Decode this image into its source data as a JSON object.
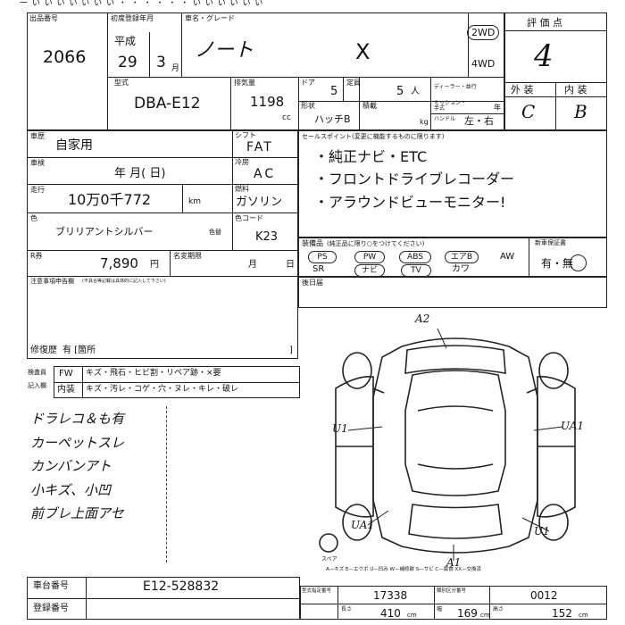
{
  "top_strip": "一 い い い い い い い ・  ・ ・ ・ ・ ・ い い い い い い",
  "header": {
    "left_label": "出品番号",
    "lot_number": "2066",
    "first_reg_label": "初度登録年月",
    "era": "平成",
    "year": "29",
    "month": "3",
    "month_suffix": "月",
    "name_label": "車名・グレード",
    "car_name": "ノート",
    "grade": "X",
    "drive_selected": "2WD",
    "drive_other": "4WD",
    "model_label": "型式",
    "model": "DBA-E12",
    "displacement_label": "排気量",
    "displacement": "1198",
    "cc": "cc",
    "doors_label": "ドア",
    "doors": "5",
    "capacity_label": "定員",
    "capacity": "5",
    "person_suffix": "人",
    "dealer_label": "ディーラー・並行",
    "shape_label": "形状",
    "shape": "ハッチB",
    "loading_label": "積載",
    "kg": "kg",
    "mission_label": "ミッション・手式",
    "year_suffix": "年",
    "handle_label": "ハンドル",
    "handle": "左・右"
  },
  "grade_box": {
    "title": "評 価 点",
    "score": "4",
    "exterior_label": "外 装",
    "interior_label": "内 装",
    "exterior": "C",
    "interior": "B"
  },
  "details": {
    "category_label": "車歴",
    "category": "自家用",
    "inspection_label": "車検",
    "inspection_text": "年    月(    日)",
    "mileage_label": "走行",
    "mileage": "10万0千772",
    "km": "km",
    "shift_label": "シフト",
    "shift": "FAT",
    "ac_label": "冷房",
    "ac": "AC",
    "fuel_label": "燃料",
    "fuel": "ガソリン",
    "color_label": "色",
    "color": "ブリリアントシルバー",
    "color_change_label": "色替",
    "color_code_label": "色コード",
    "color_code": "K23",
    "recycle_label": "R券",
    "recycle": "7,890",
    "yen": "円",
    "registration_label": "名変期限",
    "reg_month": "月",
    "reg_day": "日",
    "notes_label": "注意事項申告欄",
    "notes_note": "(不具合等記載は具体的に記入して下さい)",
    "repair_label": "修復歴",
    "repair_value": "有 [箇所",
    "repair_close": "]"
  },
  "sales_points": {
    "label": "セールスポイント(変更に機能するものに限ります)",
    "items": [
      "純正ナビ・ETC",
      "フロントドライブレコーダー",
      "アラウンドビューモニター!"
    ]
  },
  "equipment": {
    "label": "装備品",
    "note": "(純正品に限り○をつけてください)",
    "row1": [
      "PS",
      "PW",
      "ABS",
      "エアB",
      "AW"
    ],
    "row2": [
      "SR",
      "ナビ",
      "TV",
      "カワ"
    ],
    "circled": [
      "PS",
      "PW",
      "ABS",
      "エアB",
      "ナビ",
      "TV"
    ],
    "warranty_label": "新車保証書",
    "warranty": "有・無"
  },
  "after_label": "後日届",
  "inspector": {
    "label1": "検査員",
    "label2": "記入欄",
    "fw_label": "FW",
    "fw_text": "キズ・飛石・ヒビ割・リペア跡・×要",
    "interior_label": "内装",
    "interior_text": "キズ・汚レ・コゲ・穴・ヌレ・キレ・破レ"
  },
  "handwritten_notes": [
    "ドラレコ＆も有",
    "カーペットスレ",
    "カンバンアト",
    "小キズ、小凹",
    "前ブレ上面アセ"
  ],
  "diagram_marks": {
    "top": "A2",
    "left": "U1",
    "right": "UA1",
    "front_left": "UA1",
    "front_right": "U1",
    "bottom": "A1",
    "spare": "スペア"
  },
  "legend": "A—キズ  E—エクボ  U—凹み  W—補修跡  S—サビ  C—腐食  XX—交換済",
  "bottom": {
    "chassis_label": "車台番号",
    "chassis": "E12-528832",
    "reg_no_label": "登録番号",
    "model_cert_label": "型式指定番号",
    "model_cert": "17338",
    "class_label": "類別区分番号",
    "class": "0012",
    "length_label": "長さ",
    "length": "410",
    "width_label": "幅",
    "width": "169",
    "height_label": "高さ",
    "height": "152",
    "cm": "cm"
  }
}
